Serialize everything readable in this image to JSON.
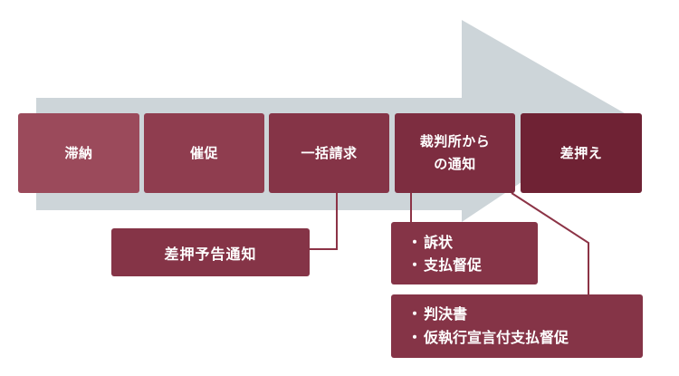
{
  "colors": {
    "arrow": "#cdd5d9",
    "connector": "#8c3346",
    "step_colors": [
      "#9b4a5b",
      "#8f3d4f",
      "#853447",
      "#7d2d40",
      "#6f2234"
    ],
    "note_color": "#853447"
  },
  "steps": [
    {
      "lines": [
        "滞納"
      ]
    },
    {
      "lines": [
        "催促"
      ]
    },
    {
      "lines": [
        "一括請求"
      ]
    },
    {
      "lines": [
        "裁判所から",
        "の通知"
      ]
    },
    {
      "lines": [
        "差押え"
      ]
    }
  ],
  "notes": {
    "notice": {
      "label": "差押予告通知"
    },
    "lawsuit": {
      "bullet": "・",
      "items": [
        "訴状",
        "支払督促"
      ]
    },
    "judgment": {
      "bullet": "・",
      "items": [
        "判決書",
        "仮執行宣言付支払督促"
      ]
    }
  }
}
